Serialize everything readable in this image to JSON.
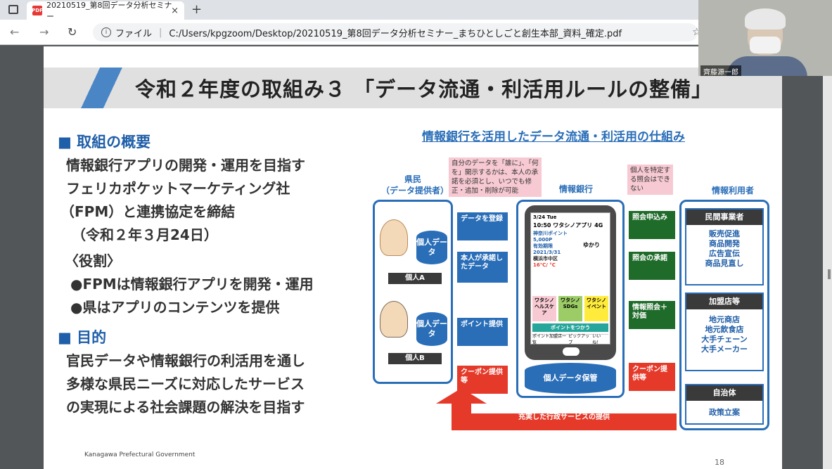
{
  "browser": {
    "tab_title": "20210519_第8回データ分析セミナー",
    "new_tab": "+",
    "close": "×",
    "address_label": "ファイル",
    "address_path": "C:/Users/kpgzoom/Desktop/20210519_第8回データ分析セミナー_まちひとしごと創生本部_資料_確定.pdf"
  },
  "slide": {
    "title": "令和２年度の取組み３ 「データ流通・利活用ルールの整備」",
    "section1_heading": "■ 取組の概要",
    "lines1": [
      "情報銀行アプリの開発・運用を目指す",
      "フェリカポケットマーケティング社",
      "（FPM）と連携協定を締結",
      "（令和２年３月24日）"
    ],
    "role_heading": "〈役割〉",
    "roles": [
      "●FPMは情報銀行アプリを開発・運用",
      "●県はアプリのコンテンツを提供"
    ],
    "section2_heading": "■ 目的",
    "lines2": [
      "官民データや情報銀行の利活用を通し",
      "多様な県民ニーズに対応したサービス",
      "の実現による社会課題の解決を目指す"
    ],
    "footer": "Kanagawa Prefectural Government",
    "page_number": "18"
  },
  "diagram": {
    "title": "情報銀行を活用したデータ流通・利活用の仕組み",
    "col_citizen": "県民",
    "col_citizen_sub": "（データ提供者）",
    "col_bank": "情報銀行",
    "col_user": "情報利用者",
    "note_left": [
      "自分のデータを「誰に」、「何",
      "を」開示するかは、本人の承",
      "諾を必須とし、いつでも修",
      "正・追加・削除が可能"
    ],
    "note_right": [
      "個人を特定す",
      "る照会はでき",
      "ない"
    ],
    "personal_data": "個人データ",
    "person_a": "個人A",
    "person_b": "個人B",
    "arrow_register": "データを登録",
    "arrow_consent": "本人が承諾したデータ",
    "arrow_point": "ポイント提供",
    "arrow_coupon_left": "クーポン提供等",
    "arrow_query": "照会申込み",
    "arrow_query_consent": "照会の承諾",
    "arrow_info_query": "情報照会＋対価",
    "arrow_coupon_right": "クーポン提供等",
    "bottom_arrow": "充実した行政サービスの提供",
    "storage": "個人データ保管",
    "phone": {
      "date": "3/24 Tue",
      "time": "10:50",
      "signal": "4G",
      "app": "ワタシノアプリ",
      "points_label": "神奈川ポイント",
      "points": "5,000P",
      "expiry_label": "有効期限",
      "expiry": "2021/3/31",
      "location": "横浜市中区",
      "user": "ゆかり",
      "temp": "16℃/  °C",
      "tile1": "ワタシノヘルスケア",
      "tile2": "ワタシノSDGs",
      "tile3": "ワタシノイベント",
      "use_points": "ポイントをつかう",
      "bottom1": "ポイント加盟店一覧",
      "bottom2": "ピックアップ",
      "bottom3": "いいね！"
    },
    "users": [
      {
        "heading": "民間事業者",
        "items": [
          "販売促進",
          "商品開発",
          "広告宣伝",
          "商品見直し"
        ]
      },
      {
        "heading": "加盟店等",
        "items": [
          "地元商店",
          "地元飲食店",
          "大手チェーン",
          "大手メーカー"
        ]
      },
      {
        "heading": "自治体",
        "items": [
          "政策立案"
        ]
      }
    ]
  },
  "webcam": {
    "name": "齊藤源一郎"
  },
  "colors": {
    "accent_blue": "#2a6eb8",
    "green": "#1f6b2a",
    "red": "#e53a2a",
    "pink": "#f7c9d2"
  }
}
